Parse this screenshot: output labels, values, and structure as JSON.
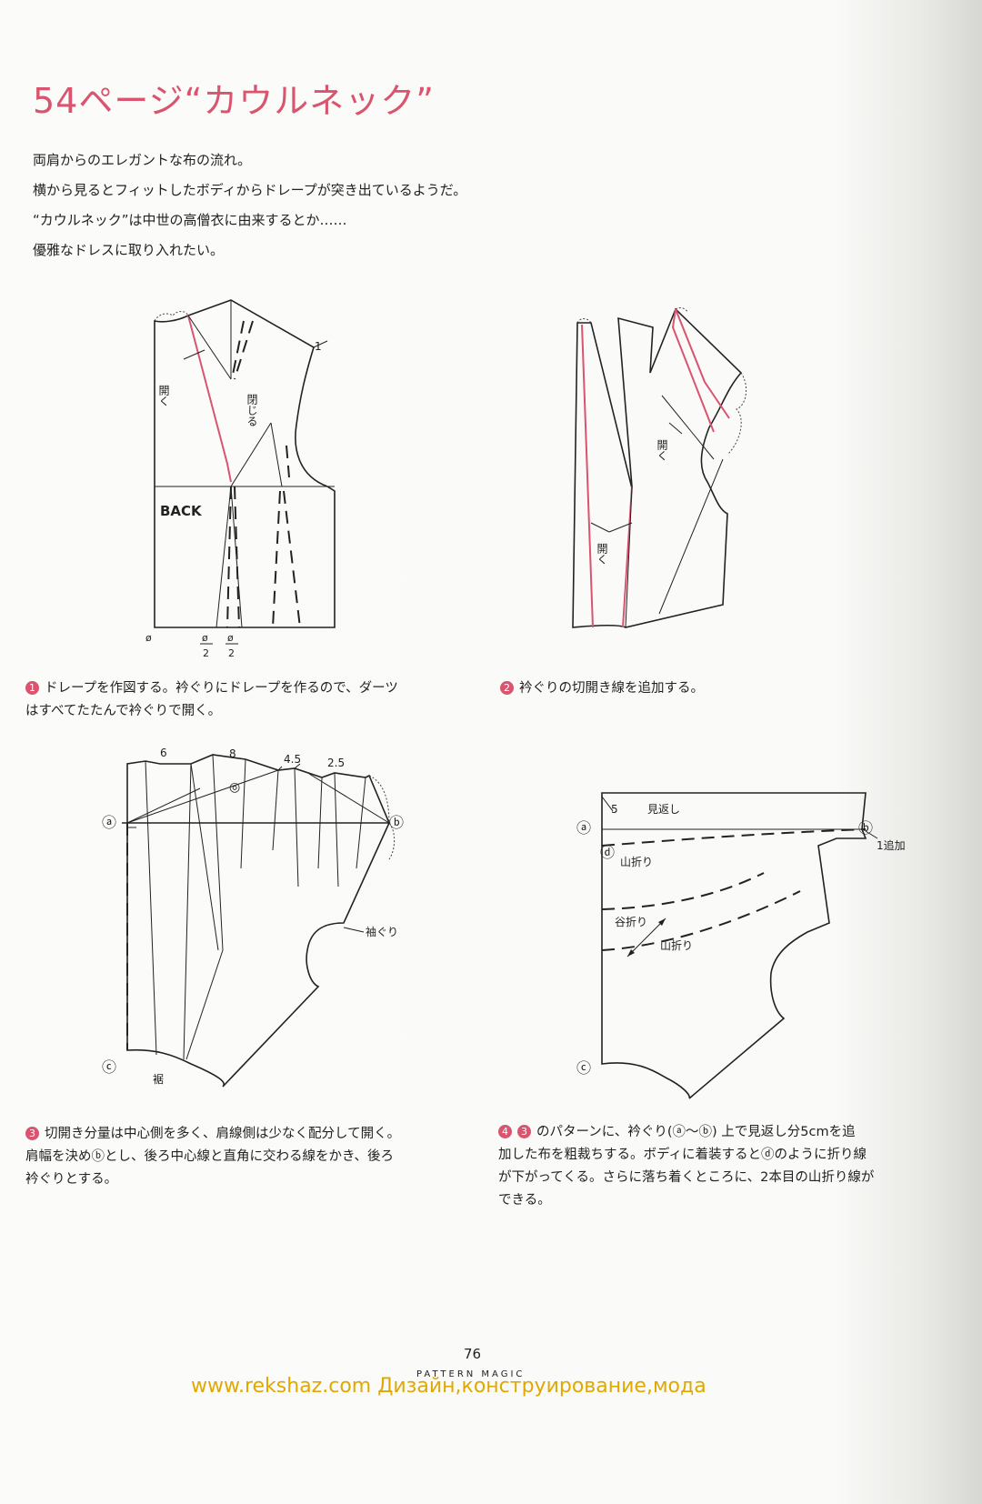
{
  "header": {
    "title": "54ページ“カウルネック”"
  },
  "intro": [
    "両肩からのエレガントな布の流れ。",
    "横から見るとフィットしたボディからドレープが突き出ているようだ。",
    "“カウルネック”は中世の高僧衣に由来するとか……",
    "優雅なドレスに取り入れたい。"
  ],
  "fig1": {
    "label_back": "BACK",
    "label_open": "開く",
    "label_close": "閉じる",
    "label_1": "1",
    "label_o": "ø",
    "label_o2": "ø",
    "label_2": "2"
  },
  "fig2": {
    "label_open": "開く"
  },
  "fig3": {
    "label_6": "6",
    "label_8": "8",
    "label_45": "4.5",
    "label_25": "2.5",
    "label_a": "ⓐ",
    "label_b": "ⓑ",
    "label_c": "ⓒ",
    "label_target": "◎",
    "label_armhole": "袖ぐり",
    "label_hem": "裾"
  },
  "fig4": {
    "label_5": "5",
    "label_facing": "見返し",
    "label_add": "1追加",
    "label_a": "ⓐ",
    "label_b": "ⓑ",
    "label_c": "ⓒ",
    "label_d": "ⓓ",
    "label_mountain1": "山折り",
    "label_valley": "谷折り",
    "label_mountain2": "山折り"
  },
  "captions": {
    "c1_num": "1",
    "c1_line1": "ドレープを作図する。衿ぐりにドレープを作るので、ダーツ",
    "c1_line2": "はすべてたたんで衿ぐりで開く。",
    "c2_num": "2",
    "c2_line1": "衿ぐりの切開き線を追加する。",
    "c3_num": "3",
    "c3_line1": "切開き分量は中心側を多く、肩線側は少なく配分して開く。",
    "c3_line2": "肩幅を決めⓑとし、後ろ中心線と直角に交わる線をかき、後ろ",
    "c3_line3": "衿ぐりとする。",
    "c4_num": "4",
    "c4_num2": "3",
    "c4_line1": "のパターンに、衿ぐり(ⓐ〜ⓑ) 上で見返し分5cmを追",
    "c4_line2": "加した布を粗裁ちする。ボディに着装するとⓓのように折り線",
    "c4_line3": "が下がってくる。さらに落ち着くところに、2本目の山折り線が",
    "c4_line4": "できる。"
  },
  "footer": {
    "page_number": "76",
    "book": "PATTERN MAGIC",
    "watermark": "www.rekshaz.com Дизайн,конструирование,мода"
  },
  "colors": {
    "accent": "#d9546e",
    "watermark": "#e0a800"
  }
}
